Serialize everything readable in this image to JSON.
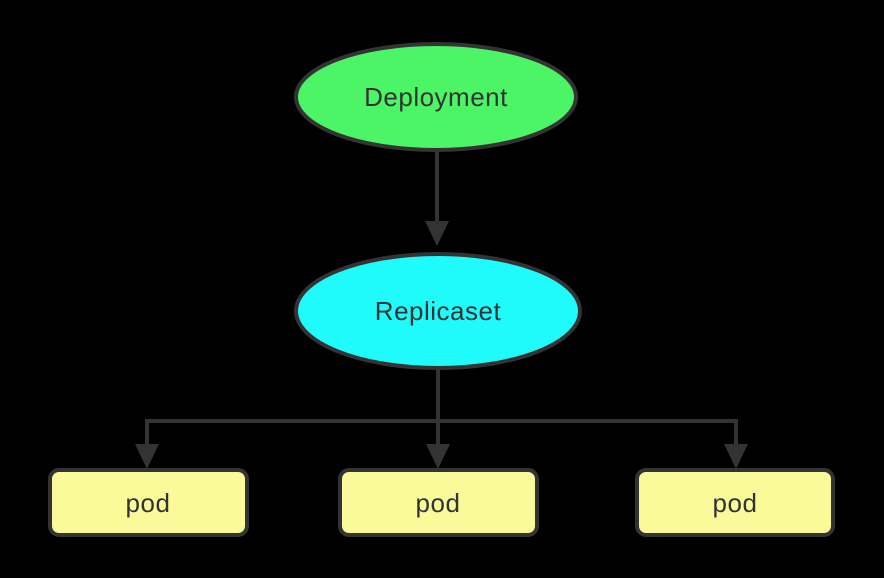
{
  "diagram": {
    "type": "flowchart",
    "background": "#000000",
    "nodes": {
      "deployment": {
        "label": "Deployment",
        "shape": "ellipse",
        "fill": "#4BF566"
      },
      "replicaset": {
        "label": "Replicaset",
        "shape": "ellipse",
        "fill": "#1FFAFA"
      },
      "pods": [
        {
          "label": "pod",
          "shape": "rounded-rect",
          "fill": "#FAFA9B"
        },
        {
          "label": "pod",
          "shape": "rounded-rect",
          "fill": "#FAFA9B"
        },
        {
          "label": "pod",
          "shape": "rounded-rect",
          "fill": "#FAFA9B"
        }
      ]
    },
    "edges": [
      {
        "from": "Deployment",
        "to": "Replicaset",
        "style": "arrow"
      },
      {
        "from": "Replicaset",
        "to": "pod",
        "style": "arrow"
      },
      {
        "from": "Replicaset",
        "to": "pod",
        "style": "arrow"
      },
      {
        "from": "Replicaset",
        "to": "pod",
        "style": "arrow"
      }
    ],
    "colors": {
      "deployment_fill": "#4BF566",
      "replicaset_fill": "#1FFAFA",
      "pod_fill": "#FAFA9B",
      "shape_stroke": "#333333",
      "edge": "#333333",
      "text": "#333333",
      "background": "#000000"
    }
  }
}
